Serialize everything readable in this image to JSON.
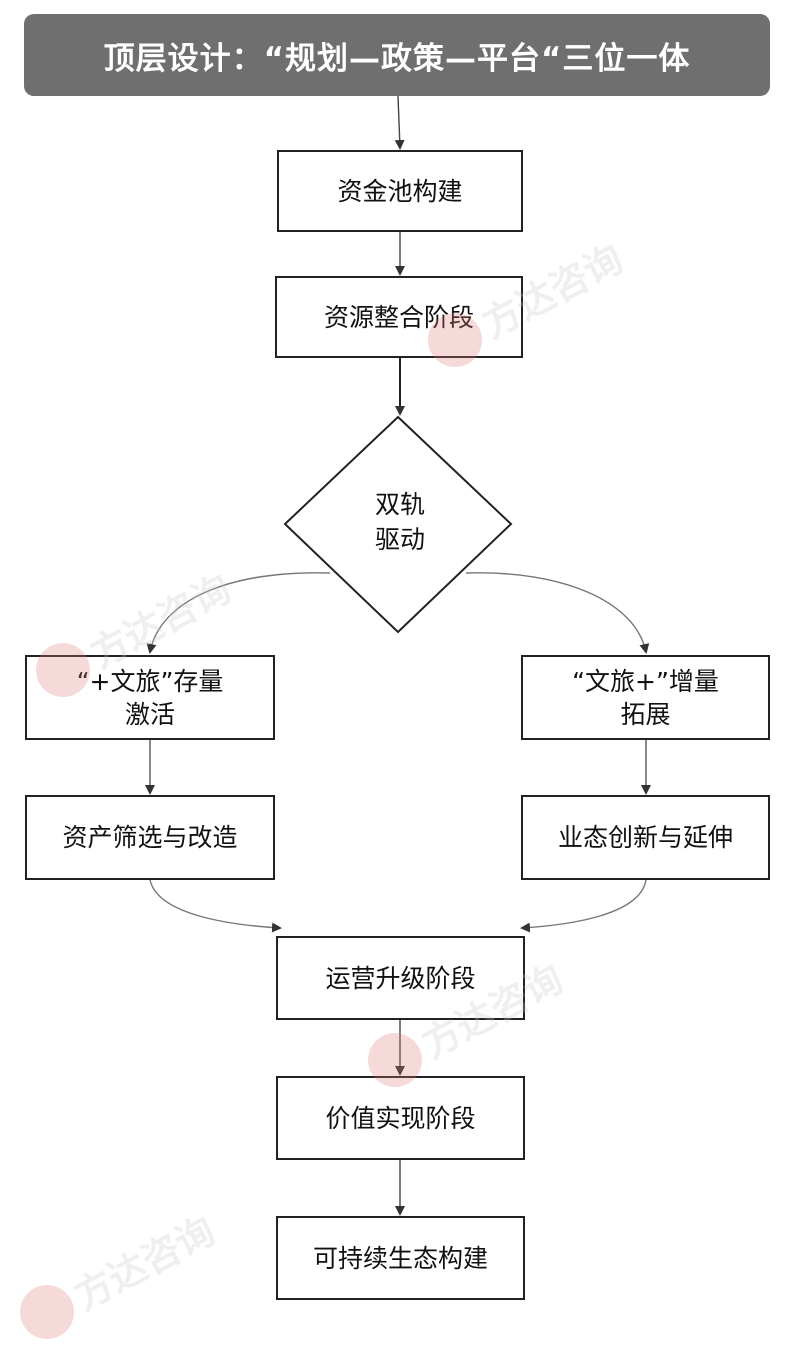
{
  "header": {
    "title": "顶层设计：“规划—政策—平台“三位一体"
  },
  "nodes": {
    "fund_pool": "资金池构建",
    "resource_integration": "资源整合阶段",
    "dual_track_line1": "双轨",
    "dual_track_line2": "驱动",
    "stock_line1": "“+文旅”存量",
    "stock_line2": "激活",
    "increment_line1": "“文旅+”增量",
    "increment_line2": "拓展",
    "asset_screening": "资产筛选与改造",
    "business_innovation": "业态创新与延伸",
    "operation_upgrade": "运营升级阶段",
    "value_realization": "价值实现阶段",
    "sustainable_ecology": "可持续生态构建"
  },
  "watermark": {
    "brand": "方达咨询"
  },
  "colors": {
    "header_bg": "#6f6f6f",
    "header_text": "#ffffff",
    "border": "#222222",
    "watermark_logo": "#e07a7a"
  }
}
